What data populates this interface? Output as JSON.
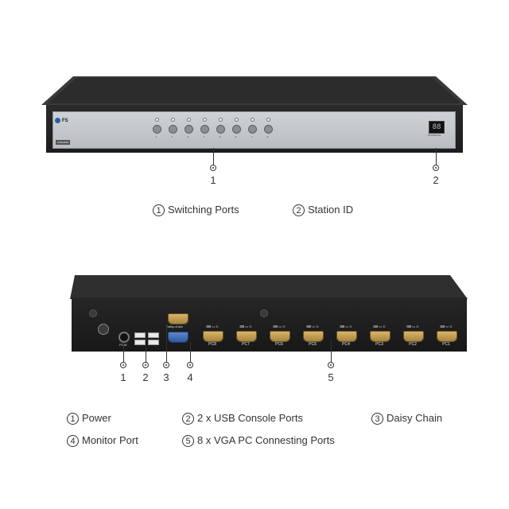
{
  "front": {
    "brand": "FS",
    "model": "KVM-0801",
    "station_display": "88",
    "station_label": "STATION ID",
    "switch_numbers": [
      "1",
      "2",
      "3",
      "4",
      "5",
      "6",
      "7",
      "8"
    ],
    "callouts": [
      "1",
      "2"
    ]
  },
  "front_legend": [
    {
      "num": "1",
      "label": "Switching Ports"
    },
    {
      "num": "2",
      "label": "Station ID"
    }
  ],
  "rear": {
    "daisy_label": "Daisy-chain",
    "power_label": "POW",
    "pc_ports": [
      "PC8",
      "PC7",
      "PC6",
      "PC5",
      "PC4",
      "PC3",
      "PC2",
      "PC1"
    ],
    "port_icons": "⌨ ▭ ⊙",
    "callouts": [
      "1",
      "2",
      "3",
      "4",
      "5"
    ]
  },
  "rear_legend": [
    {
      "num": "1",
      "label": "Power"
    },
    {
      "num": "2",
      "label": "2 x USB Console Ports"
    },
    {
      "num": "3",
      "label": "Daisy Chain"
    },
    {
      "num": "4",
      "label": "Monitor Port"
    },
    {
      "num": "5",
      "label": "8 x VGA PC Connesting Ports"
    }
  ],
  "colors": {
    "chassis": "#1f1f1f",
    "panel": "#c4c8cb",
    "vga_port": "#c79f4f",
    "monitor_port": "#3f6db3"
  }
}
